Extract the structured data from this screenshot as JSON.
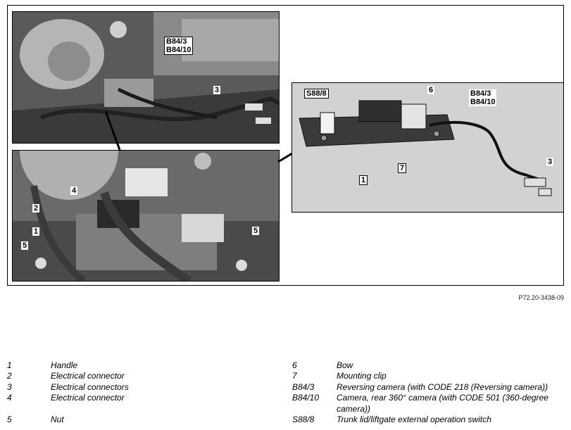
{
  "figure_ref": "P72.20-3438-09",
  "callouts": {
    "top_b84": "B84/3\nB84/10",
    "top_3": "3",
    "bottom_1": "1",
    "bottom_2": "2",
    "bottom_4": "4",
    "bottom_5_left": "5",
    "bottom_5_right": "5",
    "right_s88": "S88/8",
    "right_6": "6",
    "right_b84": "B84/3\nB84/10",
    "right_1": "1",
    "right_7": "7",
    "right_3": "3"
  },
  "legend_left": [
    {
      "key": "1",
      "label": "Handle"
    },
    {
      "key": "2",
      "label": "Electrical connector"
    },
    {
      "key": "3",
      "label": "Electrical connectors"
    },
    {
      "key": "4",
      "label": "Electrical connector"
    },
    {
      "key": "5",
      "label": "Nut"
    }
  ],
  "legend_right": [
    {
      "key": "6",
      "label": "Bow"
    },
    {
      "key": "7",
      "label": "Mounting clip"
    },
    {
      "key": "B84/3",
      "label": "Reversing camera (with CODE 218 (Reversing camera))"
    },
    {
      "key": "B84/10",
      "label": "Camera, rear 360° camera (with CODE 501 (360-degree camera))"
    },
    {
      "key": "S88/8",
      "label": "Trunk lid/liftgate external operation switch"
    }
  ]
}
